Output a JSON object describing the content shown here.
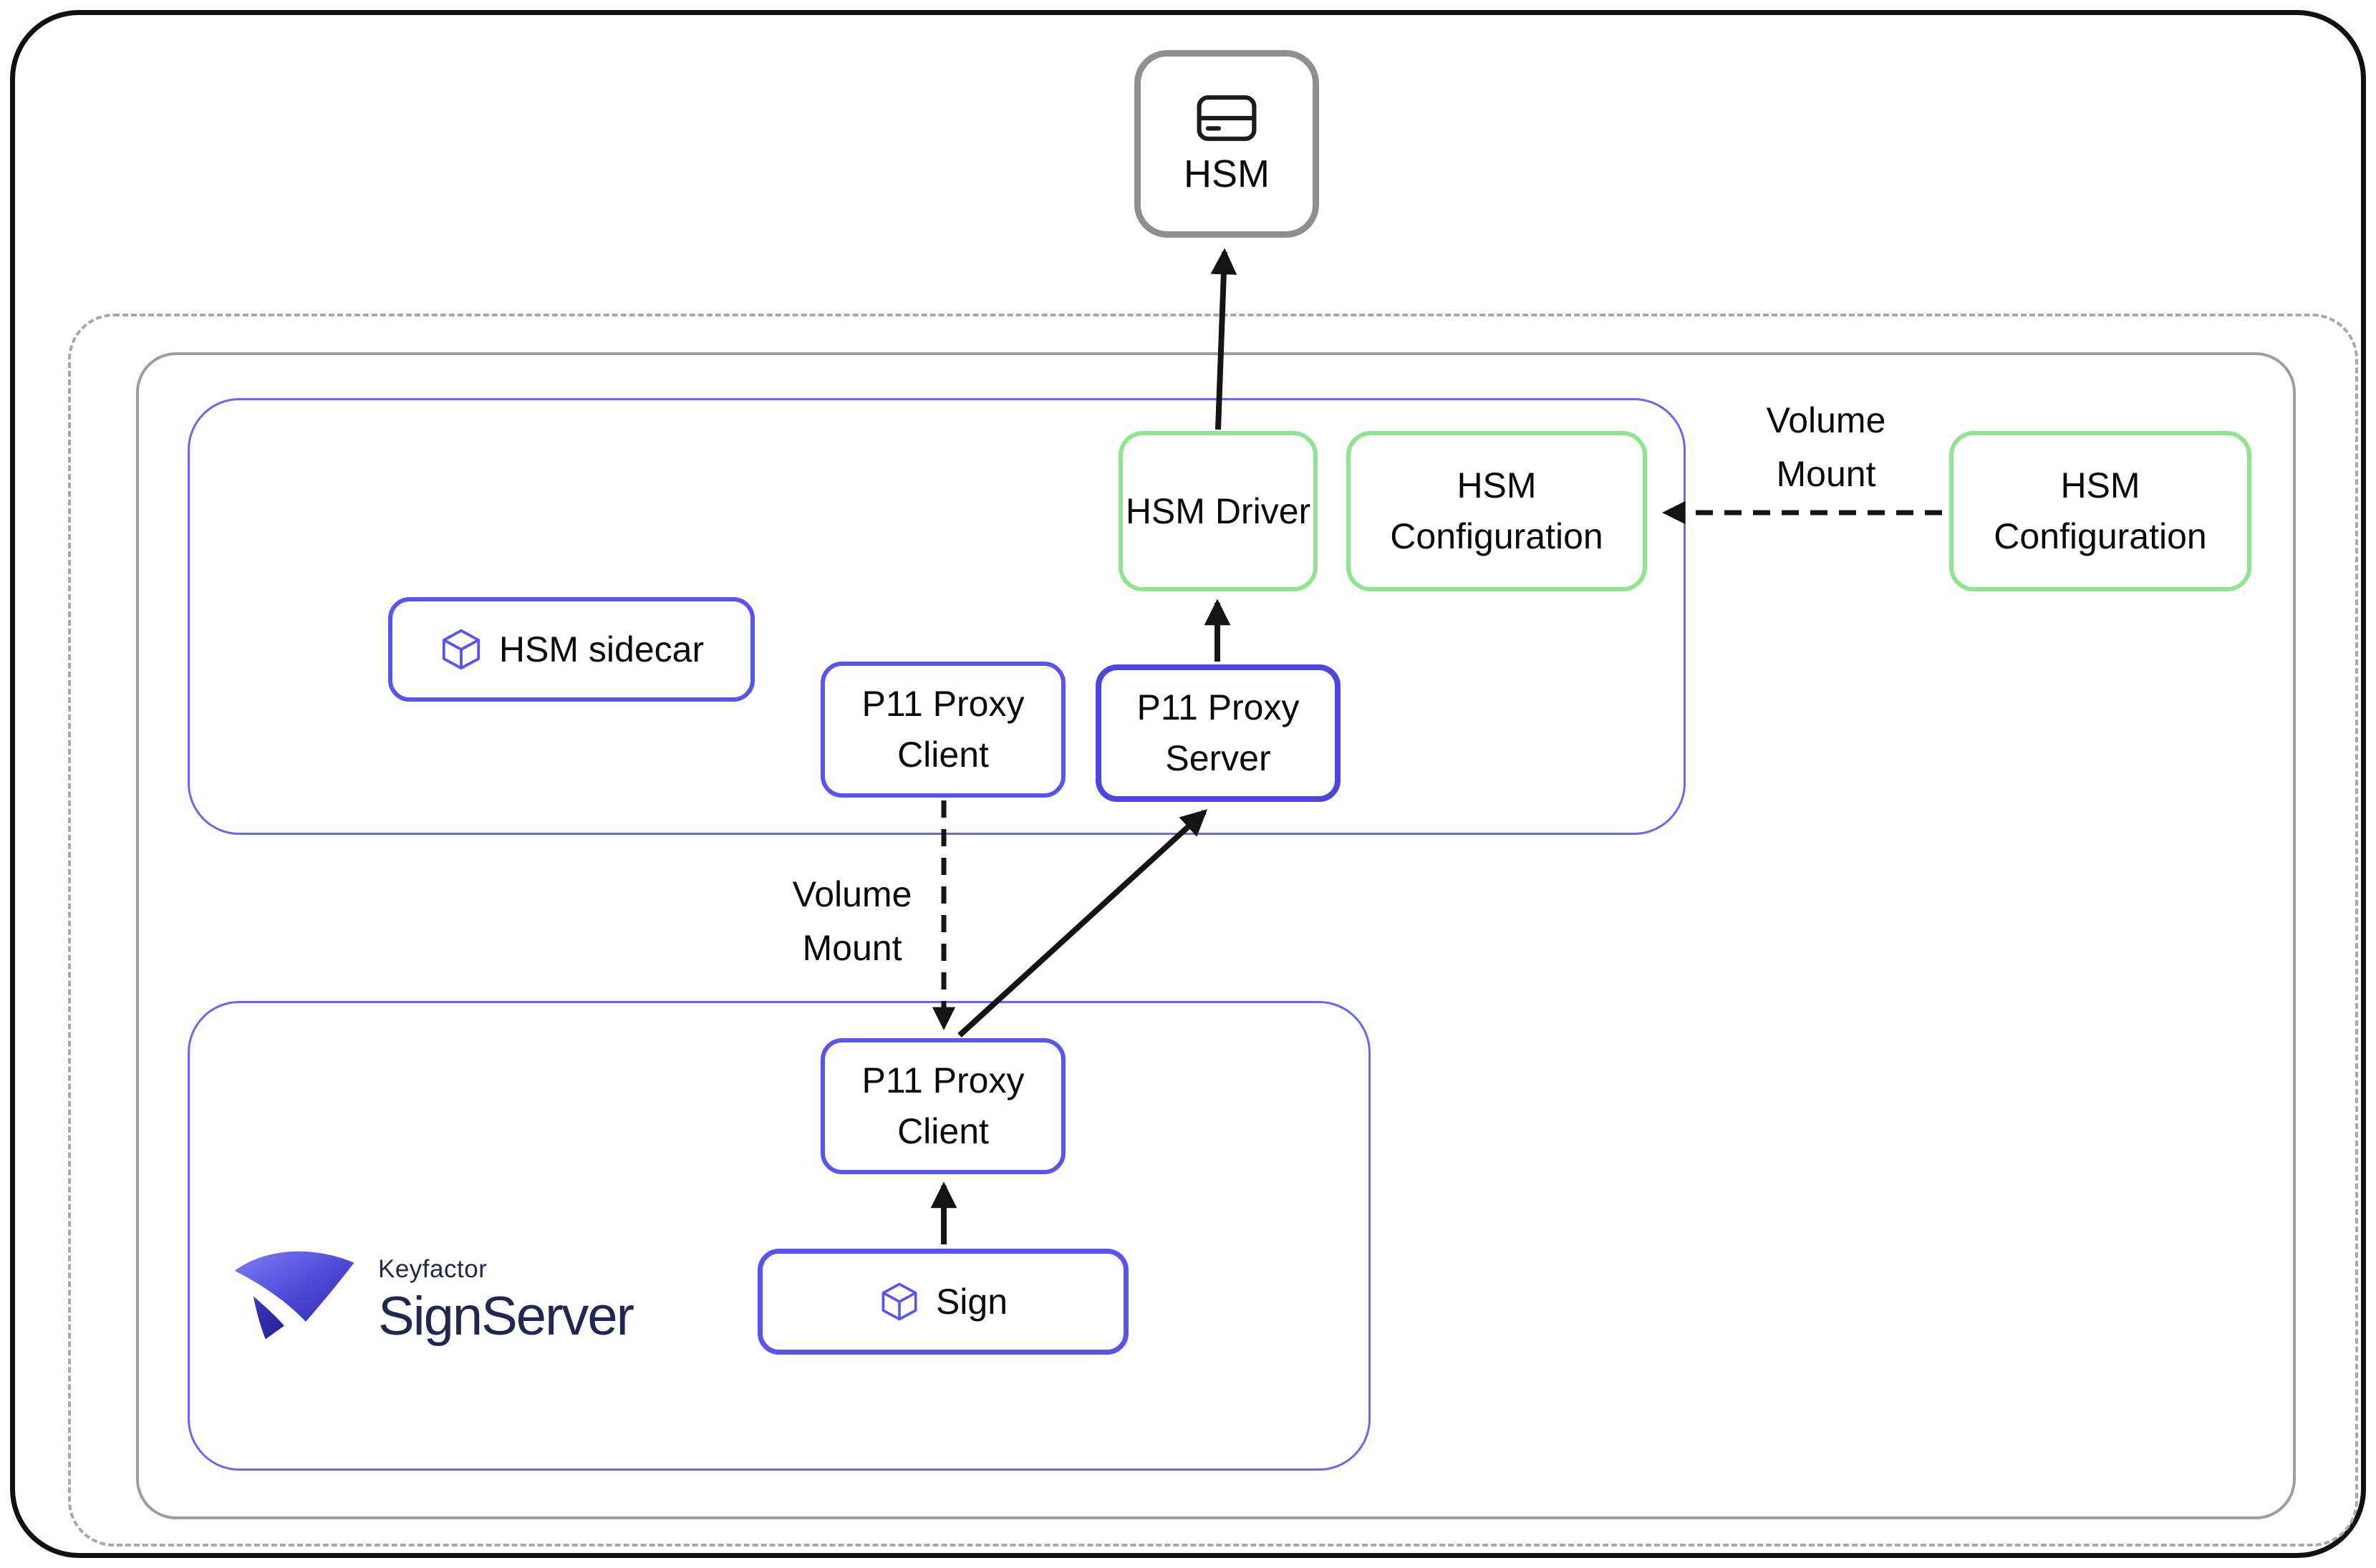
{
  "diagram": {
    "hsm_node": {
      "label": "HSM",
      "icon": "hard-drive-icon"
    },
    "hsm_sidecar_pod": {
      "label": "HSM sidecar",
      "icon": "cube-icon",
      "p11_proxy_client": {
        "label": "P11 Proxy Client"
      },
      "p11_proxy_server": {
        "label": "P11 Proxy Server"
      },
      "hsm_driver": {
        "label": "HSM Driver"
      },
      "hsm_configuration": {
        "label": "HSM Configuration"
      }
    },
    "signserver_pod": {
      "p11_proxy_client": {
        "label": "P11 Proxy Client"
      },
      "sign": {
        "label": "Sign",
        "icon": "cube-icon"
      },
      "logo": {
        "brand": "Keyfactor",
        "product": "SignServer"
      }
    },
    "external": {
      "hsm_configuration": {
        "label": "HSM Configuration"
      }
    },
    "edges": {
      "volume_mount_config": {
        "label": "Volume Mount",
        "style": "dashed-arrow"
      },
      "volume_mount_proxy": {
        "label": "Volume Mount",
        "style": "dashed-arrow"
      }
    },
    "colors": {
      "pod_border": "#6c67f1",
      "component_border": "#5a54ee",
      "component_border_strong": "#4b45e2",
      "config_border": "#8ee58e",
      "node_border": "#9d9d9d",
      "cluster_border_dashed": "#a8a8a8",
      "hsm_border": "#8f8f8f",
      "frame_border": "#111111",
      "arrow": "#141414",
      "logo_text": "#23264f",
      "logo_gradient_start": "#807df7",
      "logo_gradient_end": "#2f2aa8"
    }
  }
}
